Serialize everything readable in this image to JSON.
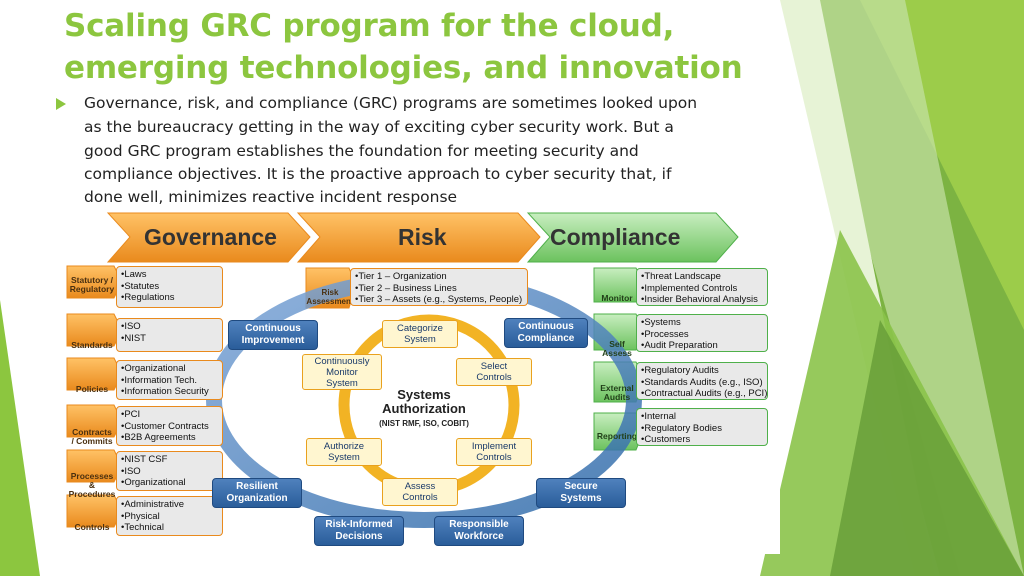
{
  "title": {
    "line1": "Scaling GRC program for the cloud,",
    "line2": "emerging technologies, and innovation"
  },
  "body": {
    "lines": [
      "Governance, risk, and compliance (GRC) programs are sometimes looked upon",
      "as the bureaucracy getting in the way of exciting cyber security work. But a",
      "good GRC program establishes the foundation for meeting security and",
      "compliance objectives. It is the proactive approach to cyber security that, if",
      "done well, minimizes reactive incident response"
    ]
  },
  "colors": {
    "accent_green": "#8cc63f",
    "orange": "#e98a1d",
    "green": "#4fb04a",
    "blue": "#2f6aa8",
    "cycle_yellow": "#f2b324"
  },
  "diagram": {
    "stages": [
      "Governance",
      "Risk",
      "Compliance"
    ],
    "governance": [
      {
        "label": "Statutory /\nRegulatory",
        "items": [
          "•Laws",
          "•Statutes",
          "•Regulations"
        ]
      },
      {
        "label": "Standards",
        "items": [
          "•ISO",
          "•NIST"
        ]
      },
      {
        "label": "Policies",
        "items": [
          "•Organizational",
          "•Information Tech.",
          "•Information Security"
        ]
      },
      {
        "label": "Contracts\n/ Commits",
        "items": [
          "•PCI",
          "•Customer Contracts",
          "•B2B Agreements"
        ]
      },
      {
        "label": "Processes &\nProcedures",
        "items": [
          "•NIST CSF",
          "•ISO",
          "•Organizational"
        ]
      },
      {
        "label": "Controls",
        "items": [
          "•Administrative",
          "•Physical",
          "•Technical"
        ]
      }
    ],
    "risk": {
      "label": "Risk\nAssessment",
      "items": [
        "•Tier 1 – Organization",
        "•Tier 2 – Business Lines",
        "•Tier 3 – Assets (e.g., Systems, People)"
      ]
    },
    "compliance": [
      {
        "label": "Monitor",
        "items": [
          "•Threat Landscape",
          "•Implemented Controls",
          "•Insider Behavioral Analysis"
        ]
      },
      {
        "label": "Self\nAssess",
        "items": [
          "•Systems",
          "•Processes",
          "•Audit Preparation"
        ]
      },
      {
        "label": "External\nAudits",
        "items": [
          "•Regulatory Audits",
          "•Standards Audits (e.g., ISO)",
          "•Contractual Audits (e.g., PCI)"
        ]
      },
      {
        "label": "Reporting",
        "items": [
          "•Internal",
          "•Regulatory Bodies",
          "•Customers"
        ]
      }
    ],
    "outer_cycle": [
      "Continuous\nImprovement",
      "Continuous\nCompliance",
      "Secure\nSystems",
      "Responsible\nWorkforce",
      "Risk-Informed\nDecisions",
      "Resilient\nOrganization"
    ],
    "inner_cycle": [
      "Categorize\nSystem",
      "Select\nControls",
      "Implement\nControls",
      "Assess\nControls",
      "Authorize\nSystem",
      "Continuously\nMonitor\nSystem"
    ],
    "center": {
      "title": "Systems\nAuthorization",
      "subtitle": "(NIST RMF, ISO, COBIT)"
    }
  }
}
